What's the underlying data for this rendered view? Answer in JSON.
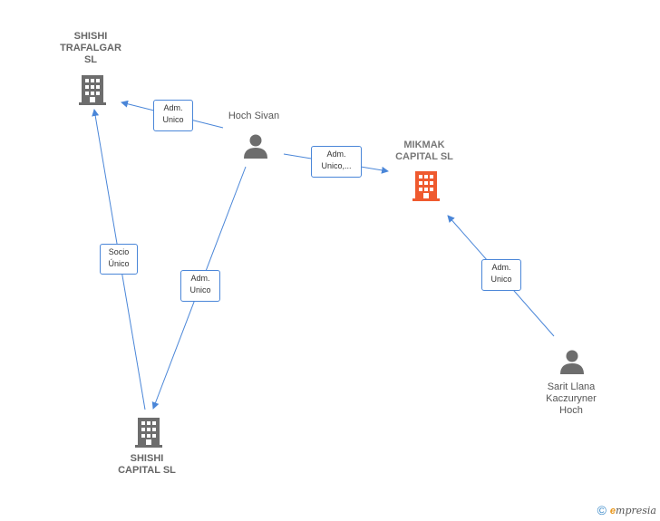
{
  "colors": {
    "edge": "#4a86d8",
    "company": "#6d6d6d",
    "highlight": "#ef5a2f",
    "person": "#6d6d6d"
  },
  "nodes": {
    "shishi_trafalgar": {
      "label": "SHISHI\nTRAFALGAR\nSL",
      "icon": "building-icon"
    },
    "hoch_sivan": {
      "label": "Hoch Sivan",
      "icon": "person-icon"
    },
    "mikmak": {
      "label": "MIKMAK\nCAPITAL  SL",
      "icon": "building-icon"
    },
    "shishi_capital": {
      "label": "SHISHI\nCAPITAL  SL",
      "icon": "building-icon"
    },
    "sarit": {
      "label": "Sarit Llana\nKaczuryner\nHoch",
      "icon": "person-icon"
    }
  },
  "edges": {
    "e1": {
      "label": "Adm.\nUnico"
    },
    "e2": {
      "label": "Adm.\nUnico,..."
    },
    "e3": {
      "label": "Socio\nÚnico"
    },
    "e4": {
      "label": "Adm.\nUnico"
    },
    "e5": {
      "label": "Adm.\nUnico"
    }
  },
  "footer": {
    "copyright": "©",
    "brand_initial": "e",
    "brand_rest": "mpresia"
  }
}
